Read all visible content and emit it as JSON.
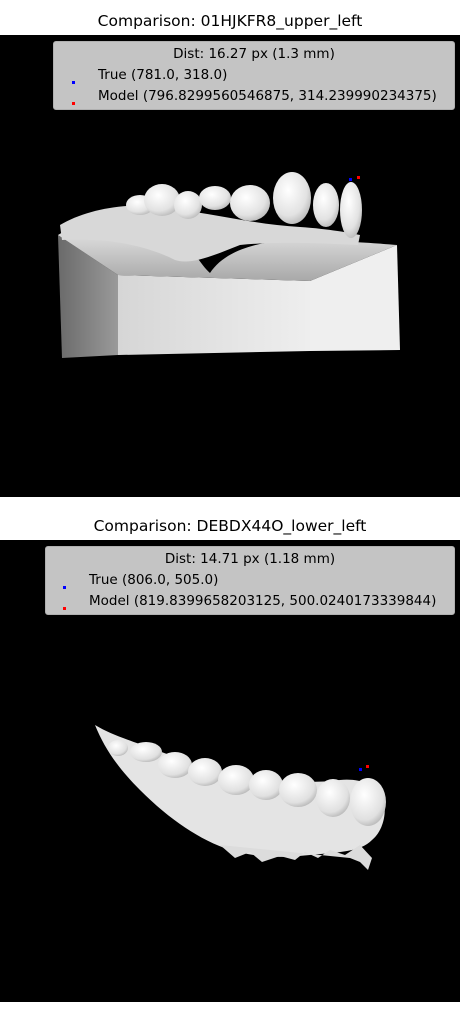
{
  "panels": [
    {
      "title": "Comparison: 01HJKFR8_upper_left",
      "legend": {
        "title": "Dist: 16.27 px (1.3 mm)",
        "entries": [
          {
            "label": "True (781.0, 318.0)",
            "color": "#0000ff"
          },
          {
            "label": "Model (796.8299560546875, 314.239990234375)",
            "color": "#ff0000"
          }
        ]
      }
    },
    {
      "title": "Comparison: DEBDX44O_lower_left",
      "legend": {
        "title": "Dist: 14.71 px (1.18 mm)",
        "entries": [
          {
            "label": "True (806.0, 505.0)",
            "color": "#0000ff"
          },
          {
            "label": "Model (819.8399658203125, 500.0240173339844)",
            "color": "#ff0000"
          }
        ]
      }
    }
  ],
  "chart_data": [
    {
      "type": "scatter",
      "title": "Comparison: 01HJKFR8_upper_left",
      "background_image": "dental model render (upper left arch on base block)",
      "annotation": "Dist: 16.27 px (1.3 mm)",
      "series": [
        {
          "name": "True (781.0, 318.0)",
          "color": "#0000ff",
          "points": [
            [
              781.0,
              318.0
            ]
          ]
        },
        {
          "name": "Model (796.8299560546875, 314.239990234375)",
          "color": "#ff0000",
          "points": [
            [
              796.8299560546875,
              314.239990234375
            ]
          ]
        }
      ],
      "legend": "top-right",
      "grid": false,
      "axes": "hidden"
    },
    {
      "type": "scatter",
      "title": "Comparison: DEBDX44O_lower_left",
      "background_image": "dental model render (lower left arch)",
      "annotation": "Dist: 14.71 px (1.18 mm)",
      "series": [
        {
          "name": "True (806.0, 505.0)",
          "color": "#0000ff",
          "points": [
            [
              806.0,
              505.0
            ]
          ]
        },
        {
          "name": "Model (819.8399658203125, 500.0240173339844)",
          "color": "#ff0000",
          "points": [
            [
              819.8399658203125,
              500.0240173339844
            ]
          ]
        }
      ],
      "legend": "top-right",
      "grid": false,
      "axes": "hidden"
    }
  ]
}
